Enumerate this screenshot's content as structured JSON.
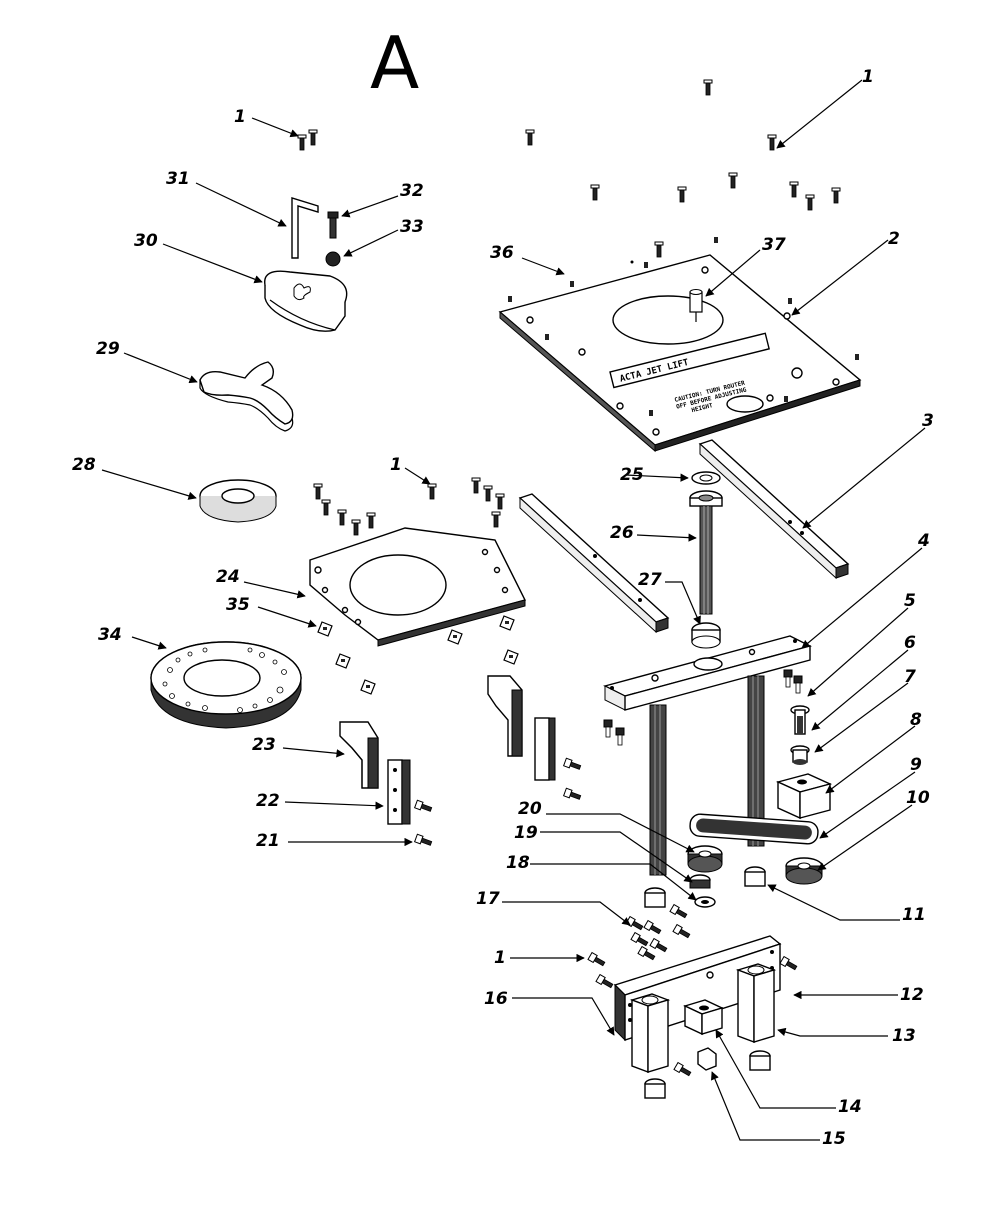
{
  "diagram": {
    "title": "A",
    "plate_logo": "ACTA JET LIFT",
    "plate_caution": [
      "CAUTION: TURN ROUTER",
      "OFF BEFORE ADJUSTING",
      "HEIGHT"
    ],
    "callouts": [
      {
        "id": "c1a",
        "label": "1"
      },
      {
        "id": "c1b",
        "label": "1"
      },
      {
        "id": "c1c",
        "label": "1"
      },
      {
        "id": "c1d",
        "label": "1"
      },
      {
        "id": "c2",
        "label": "2"
      },
      {
        "id": "c3",
        "label": "3"
      },
      {
        "id": "c4",
        "label": "4"
      },
      {
        "id": "c5",
        "label": "5"
      },
      {
        "id": "c6",
        "label": "6"
      },
      {
        "id": "c7",
        "label": "7"
      },
      {
        "id": "c8",
        "label": "8"
      },
      {
        "id": "c9",
        "label": "9"
      },
      {
        "id": "c10",
        "label": "10"
      },
      {
        "id": "c11",
        "label": "11"
      },
      {
        "id": "c12",
        "label": "12"
      },
      {
        "id": "c13",
        "label": "13"
      },
      {
        "id": "c14",
        "label": "14"
      },
      {
        "id": "c15",
        "label": "15"
      },
      {
        "id": "c16",
        "label": "16"
      },
      {
        "id": "c17",
        "label": "17"
      },
      {
        "id": "c18",
        "label": "18"
      },
      {
        "id": "c19",
        "label": "19"
      },
      {
        "id": "c20",
        "label": "20"
      },
      {
        "id": "c21",
        "label": "21"
      },
      {
        "id": "c22",
        "label": "22"
      },
      {
        "id": "c23",
        "label": "23"
      },
      {
        "id": "c24",
        "label": "24"
      },
      {
        "id": "c25",
        "label": "25"
      },
      {
        "id": "c26",
        "label": "26"
      },
      {
        "id": "c27",
        "label": "27"
      },
      {
        "id": "c28",
        "label": "28"
      },
      {
        "id": "c29",
        "label": "29"
      },
      {
        "id": "c30",
        "label": "30"
      },
      {
        "id": "c31",
        "label": "31"
      },
      {
        "id": "c32",
        "label": "32"
      },
      {
        "id": "c33",
        "label": "33"
      },
      {
        "id": "c34",
        "label": "34"
      },
      {
        "id": "c35",
        "label": "35"
      },
      {
        "id": "c36",
        "label": "36"
      },
      {
        "id": "c37",
        "label": "37"
      }
    ]
  }
}
